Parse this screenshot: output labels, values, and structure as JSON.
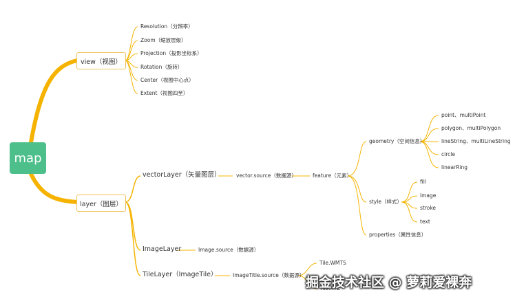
{
  "root": "map",
  "view": {
    "label": "view（视图）",
    "children": [
      "Resolution（分辨率）",
      "Zoom（缩放层级）",
      "Projection（投影坐标系）",
      "Rotation（旋转）",
      "Center（视图中心点）",
      "Extent（视图四至）"
    ]
  },
  "layer": {
    "label": "layer（图层）",
    "vector_layer": "vectorLayer（矢量图层）",
    "vector_source": "vector.source（数据源）",
    "feature": "feature（元素）",
    "geometry": "geometry（空间信息）",
    "geometry_children": [
      "point、multiPoint",
      "polygon、multiPolygon",
      "lineString、multiLineString",
      "circle",
      "linearRing"
    ],
    "style": "style（样式）",
    "style_children": [
      "fill",
      "image",
      "stroke",
      "text"
    ],
    "properties": "properties（属性信息）",
    "image_layer": "ImageLayer",
    "image_source": "Image.source（数据源）",
    "tile_layer": "TileLayer（ImageTile）",
    "tile_source": "ImageTitle.source（数据源）",
    "tile_children": [
      "Tile.WMTS",
      "Tile.XYZ"
    ]
  },
  "watermark": "掘金技术社区 @ 萝莉爱裸奔",
  "colors": {
    "branch": "#f5b300",
    "box_border": "#f0c05a",
    "root_fill": "#4dbf8b"
  }
}
